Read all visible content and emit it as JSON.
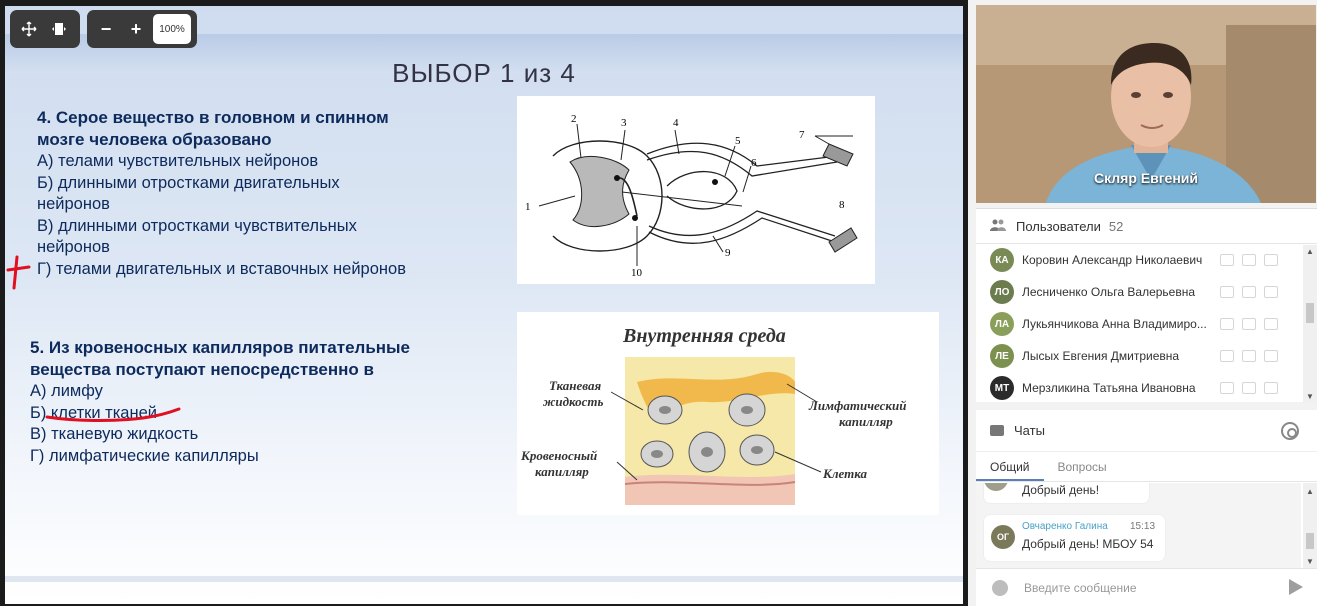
{
  "toolbar": {
    "move_icon": "move-arrows-icon",
    "fit_icon": "fit-width-icon",
    "zoom_out": "−",
    "zoom_in": "+",
    "zoom_level": "100%"
  },
  "slide": {
    "title": "ВЫБОР 1 из 4",
    "q4": {
      "head_line1": "4. Серое вещество в головном и спинном",
      "head_line2": "мозге человека образовано",
      "opt_a": "А) телами чувствительных нейронов",
      "opt_b1": "Б) длинными отростками двигательных",
      "opt_b2": "нейронов",
      "opt_c1": "В) длинными отростками чувствительных",
      "opt_c2": "нейронов",
      "opt_d": "Г) телами двигательных и вставочных нейронов"
    },
    "q5": {
      "head_line1": "5. Из кровеносных капилляров питательные",
      "head_line2": "вещества поступают непосредственно в",
      "opt_a": "А) лимфу",
      "opt_b": "Б) клетки тканей",
      "opt_c": "В) тканевую жидкость",
      "opt_d": "Г) лимфатические капилляры"
    },
    "spinal_labels": [
      "1",
      "2",
      "3",
      "4",
      "5",
      "6",
      "7",
      "8",
      "9",
      "10"
    ],
    "medium": {
      "title": "Внутренняя среда",
      "tissue_fluid_1": "Тканевая",
      "tissue_fluid_2": "жидкость",
      "lymph_cap_1": "Лимфатический",
      "lymph_cap_2": "капилляр",
      "blood_cap_1": "Кровеносный",
      "blood_cap_2": "капилляр",
      "cell": "Клетка"
    }
  },
  "video": {
    "presenter": "Скляр Евгений"
  },
  "users": {
    "title": "Пользователи",
    "count": "52",
    "list": [
      {
        "initials": "КА",
        "name": "Коровин Александр Николаевич",
        "color": "#7a8a55"
      },
      {
        "initials": "ЛО",
        "name": "Лесниченко Ольга Валерьевна",
        "color": "#6b7d4e"
      },
      {
        "initials": "ЛА",
        "name": "Лукьянчикова Анна Владимиро...",
        "color": "#8aa05a"
      },
      {
        "initials": "ЛЕ",
        "name": "Лысых Евгения Дмитриевна",
        "color": "#7c9150"
      },
      {
        "initials": "МТ",
        "name": "Мерзликина Татьяна Ивановна",
        "color": "#2b2b2b"
      }
    ]
  },
  "chats": {
    "title": "Чаты",
    "tabs": [
      "Общий",
      "Вопросы"
    ],
    "msg1_text": "Добрый день!",
    "msg2_initials": "ОГ",
    "msg2_author": "Овчаренко Галина",
    "msg2_time": "15:13",
    "msg2_text": "Добрый день! МБОУ 54",
    "input_placeholder": "Введите сообщение"
  }
}
